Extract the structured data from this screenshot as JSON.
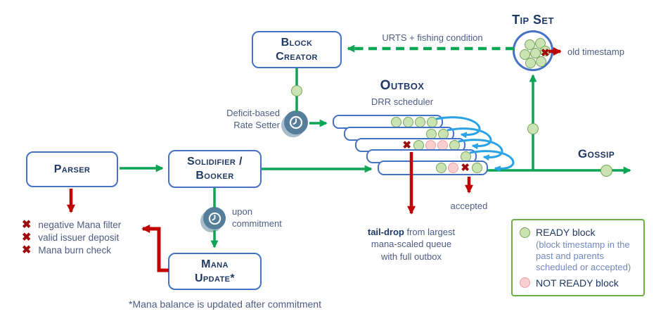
{
  "boxes": {
    "parser": "Parser",
    "solidifier_line1": "Solidifier /",
    "solidifier_line2": "Booker",
    "block_creator_line1": "Block",
    "block_creator_line2": "Creator",
    "mana_update_line1": "Mana",
    "mana_update_line2": "Update*"
  },
  "titles": {
    "tip_set": "Tip Set",
    "outbox": "Outbox",
    "gossip": "Gossip"
  },
  "labels": {
    "urts": "URTS + fishing condition",
    "old_timestamp": "old timestamp",
    "drr_scheduler": "DRR scheduler",
    "deficit_line1": "Deficit-based",
    "deficit_line2": "Rate Setter",
    "upon_line1": "upon",
    "upon_line2": "commitment",
    "accepted": "accepted",
    "taildrop_bold": "tail-drop",
    "taildrop_rest": " from largest",
    "taildrop_line2": "mana-scaled queue",
    "taildrop_line3": "with full outbox",
    "footnote": "*Mana balance is updated after commitment"
  },
  "filters": [
    {
      "label": "negative Mana filter"
    },
    {
      "label": "valid issuer deposit"
    },
    {
      "label": "Mana burn check"
    }
  ],
  "legend": {
    "ready_label": "READY block",
    "ready_note_line1": "(block timestamp in the",
    "ready_note_line2": "past and parents",
    "ready_note_line3": "scheduled or accepted)",
    "not_ready_label": "NOT READY block"
  },
  "icons": {
    "x_mark": "✖"
  },
  "outbox": {
    "queues": [
      {
        "items": [
          "g",
          "g",
          "g",
          "g"
        ]
      },
      {
        "items": [
          "g",
          "g"
        ]
      },
      {
        "items": [
          "x",
          "g",
          "p",
          "p",
          "g"
        ]
      },
      {
        "items": [
          "g"
        ]
      },
      {
        "items": [
          "g",
          "p",
          "x",
          "g"
        ]
      }
    ]
  },
  "tip_set": {
    "blocks": [
      "g",
      "g",
      "g",
      "g",
      "g",
      "g",
      "g"
    ]
  },
  "colors": {
    "box_border_blue": "#4472c4",
    "navy_text": "#1f3864",
    "slate_text": "#4c5d84",
    "legend_note_blue": "#7289c0",
    "arrow_green": "#0ba653",
    "arrow_red": "#c00000",
    "x_dark_red": "#9c0b0b",
    "ready_block_fill": "#cbe3b3",
    "ready_block_border": "#73a559",
    "not_ready_fill": "#f9cfcf",
    "not_ready_border": "#ef9f9f",
    "loop_blue": "#2aa3e6",
    "clock_fill": "#557e9b",
    "legend_border_green": "#70ad47"
  }
}
